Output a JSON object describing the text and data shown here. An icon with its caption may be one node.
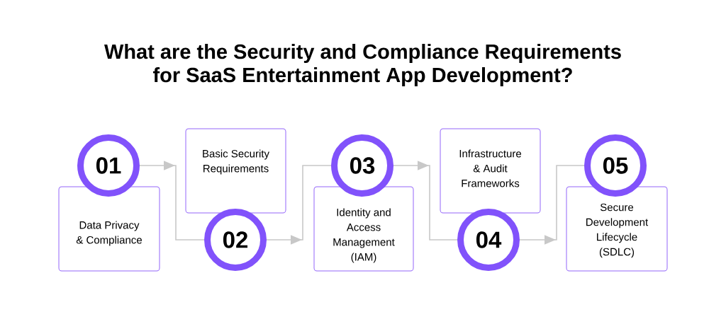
{
  "diagram": {
    "title": "What are the Security and Compliance Requirements for SaaS Entertainment App Development?",
    "nodes": [
      {
        "text": [
          "01"
        ]
      },
      {
        "text": [
          "Data Privacy & Compliance"
        ]
      },
      {
        "text": [
          "02"
        ]
      },
      {
        "text": [
          "Basic Security Requirements"
        ]
      },
      {
        "text": [
          "03"
        ]
      },
      {
        "text": [
          "Identity and Access Management (IAM)"
        ]
      },
      {
        "text": [
          "04"
        ]
      },
      {
        "text": [
          "Infrastructure & Audit Frameworks"
        ]
      },
      {
        "text": [
          "05"
        ]
      },
      {
        "text": [
          "Secure Development Lifecycle (SDLC)"
        ]
      }
    ],
    "edges": [
      {
        "from": 0,
        "to": 2,
        "arrow": "to"
      },
      {
        "from": 2,
        "to": 4,
        "arrow": "to"
      },
      {
        "from": 4,
        "to": 6,
        "arrow": "to"
      },
      {
        "from": 6,
        "to": 8,
        "arrow": "to"
      }
    ]
  }
}
